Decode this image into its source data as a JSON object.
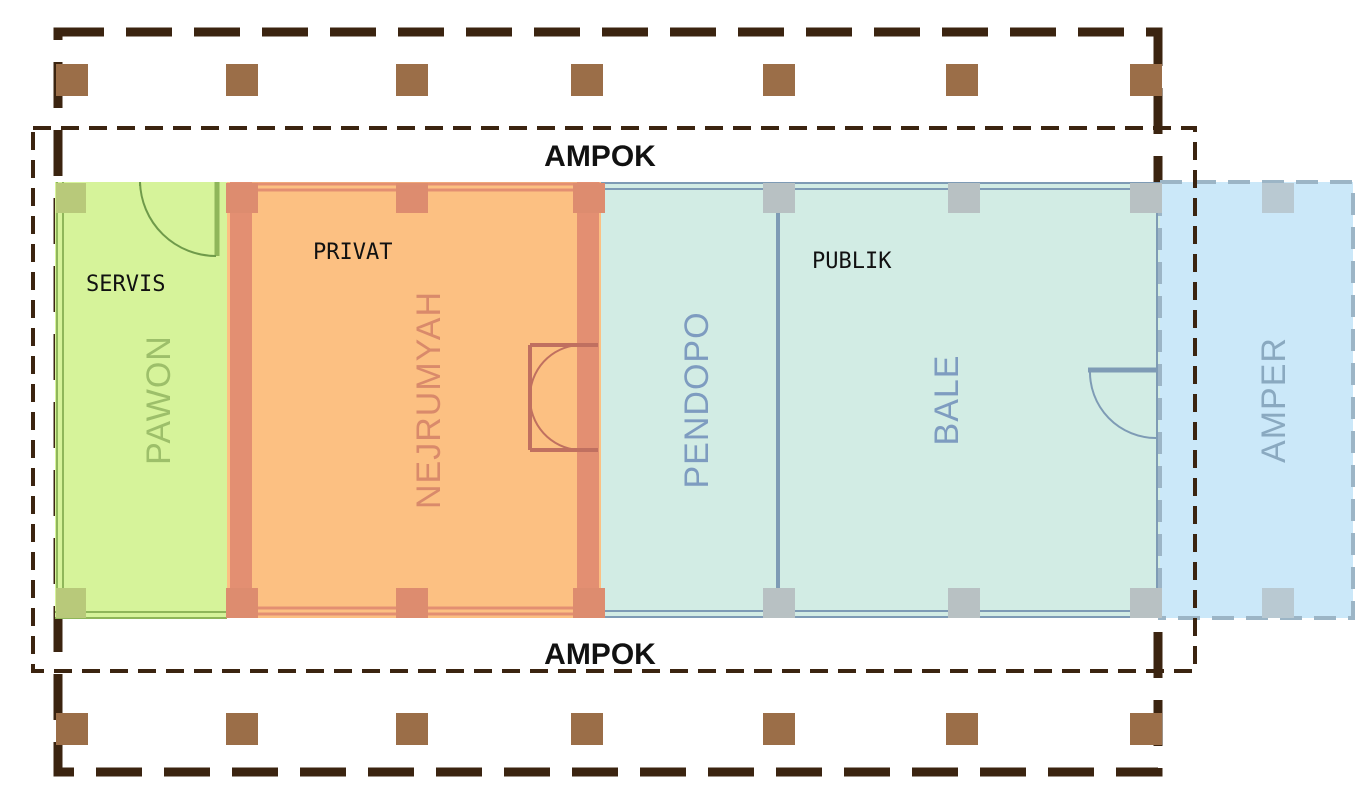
{
  "labels": {
    "ampok_top": "AMPOK",
    "ampok_bottom": "AMPOK",
    "zone_servis": "SERVIS",
    "zone_privat": "PRIVAT",
    "zone_publik": "PUBLIK"
  },
  "rooms": {
    "pawon": "PAWON",
    "nejrumyah": "NEJRUMYAH",
    "pendopo": "PENDOPO",
    "bale": "BALE",
    "amper": "AMPER"
  },
  "colors": {
    "outline_dark": "#3b2410",
    "column_brown": "#9b6e48",
    "servis_fill": "#d6f39a",
    "servis_wall": "#8fb65a",
    "servis_text": "#9dbf6a",
    "privat_fill": "#fcc082",
    "privat_wall": "#e38f72",
    "privat_text": "#d98a6b",
    "publik_fill": "#d2ece4",
    "publik_wall": "#7e9bb5",
    "publik_text": "#7e9cc0",
    "publik_column": "#b8c1c3",
    "amper_fill": "#cbe8f9",
    "amper_wall": "#9cb5c6",
    "amper_text": "#8aa9c0"
  }
}
